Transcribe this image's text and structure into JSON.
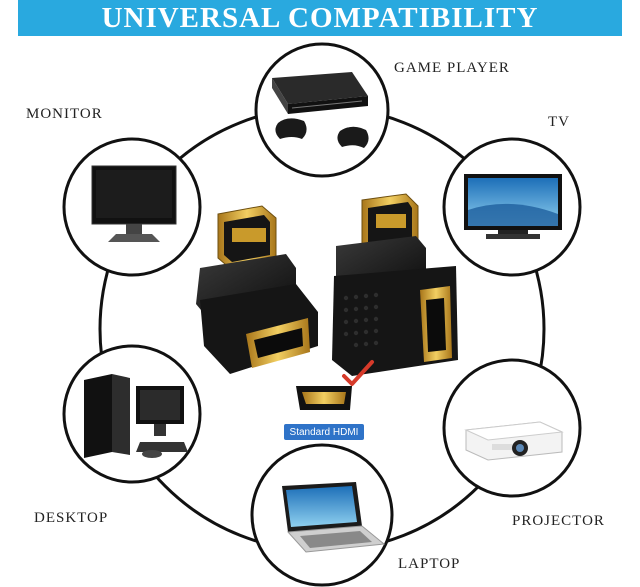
{
  "banner": {
    "title": "UNIVERSAL COMPATIBILITY"
  },
  "devices": {
    "game_player": "GAME PLAYER",
    "monitor": "MONITOR",
    "tv": "TV",
    "desktop": "DESKTOP",
    "projector": "PROJECTOR",
    "laptop": "LAPTOP"
  },
  "adapter": {
    "badge": "Standard HDMI"
  },
  "colors": {
    "banner": "#29a9df",
    "badge": "#2f73c8",
    "gold": "#d9a62a",
    "check": "#d63a2a"
  }
}
